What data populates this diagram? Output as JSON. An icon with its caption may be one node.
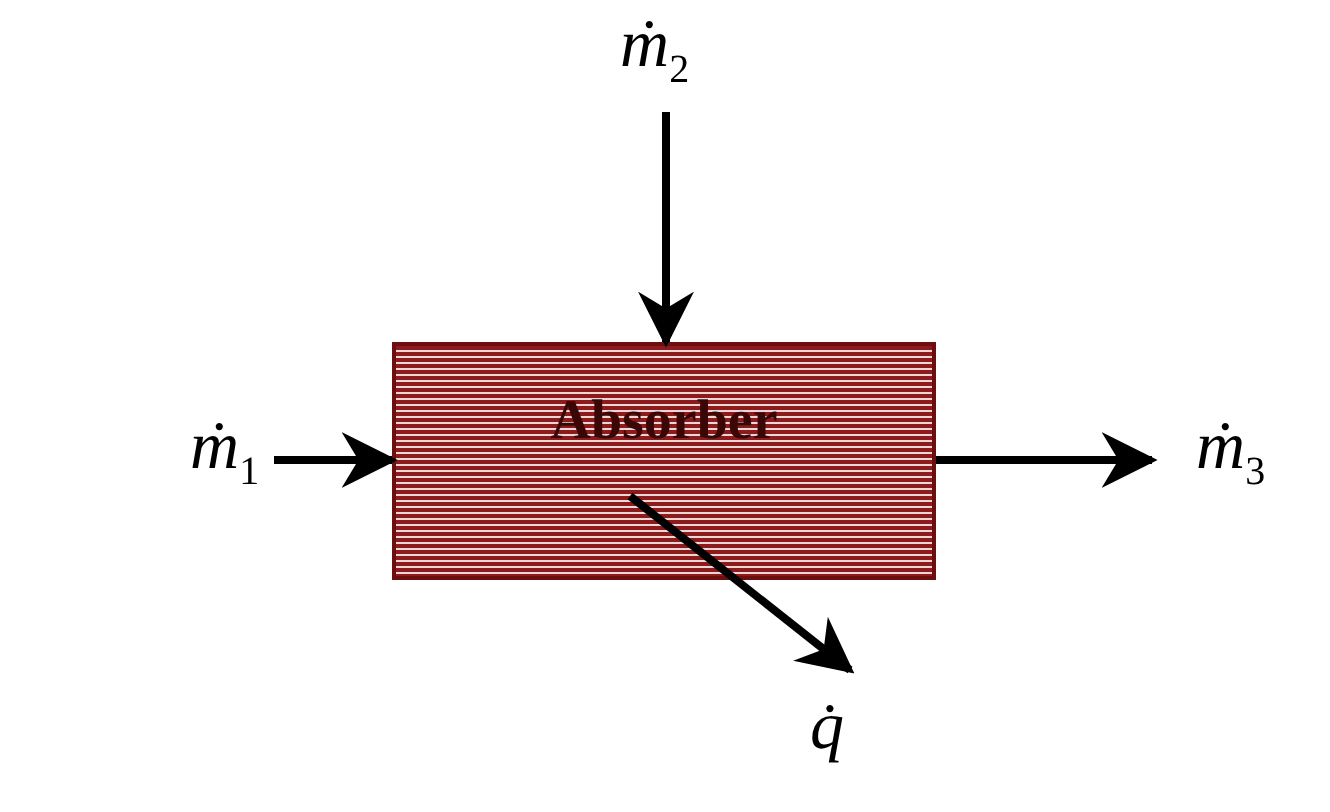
{
  "diagram": {
    "nodes": [
      {
        "text": [
          "Absorber"
        ]
      },
      {
        "text": [
          "ṁ$_{1}$"
        ]
      },
      {
        "text": [
          "ṁ$_{2}$"
        ]
      },
      {
        "text": [
          "ṁ$_{3}$"
        ]
      },
      {
        "text": [
          "q̇"
        ]
      }
    ],
    "edges": [
      {
        "from": 1,
        "to": 0,
        "arrow": "to"
      },
      {
        "from": 2,
        "to": 0,
        "arrow": "to"
      },
      {
        "from": 0,
        "to": 3,
        "arrow": "to"
      },
      {
        "from": 0,
        "to": 4,
        "arrow": "to"
      }
    ]
  }
}
